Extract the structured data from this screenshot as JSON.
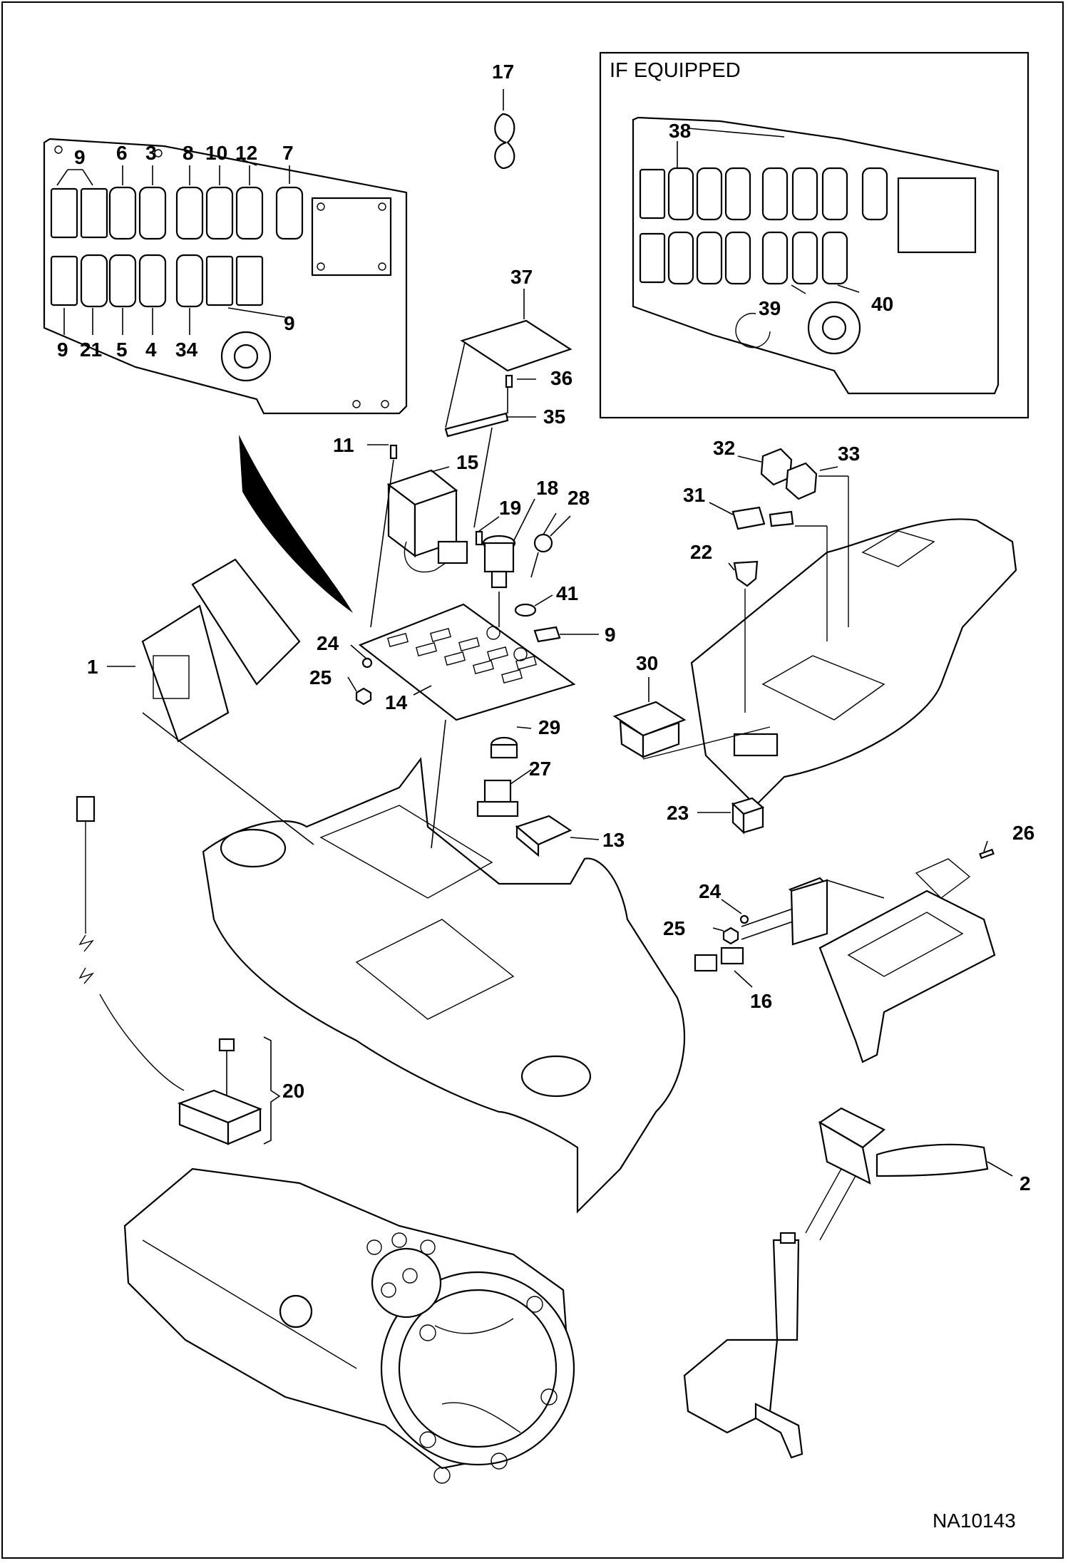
{
  "diagram": {
    "inset_title": "IF EQUIPPED",
    "figure_id": "NA10143",
    "callouts": {
      "c9a": "9",
      "c6": "6",
      "c3": "3",
      "c8": "8",
      "c10": "10",
      "c12": "12",
      "c7": "7",
      "c9b": "9",
      "c21": "21",
      "c5": "5",
      "c4": "4",
      "c34": "34",
      "c9c": "9",
      "c17": "17",
      "c37": "37",
      "c36": "36",
      "c35": "35",
      "c11": "11",
      "c15": "15",
      "c18": "18",
      "c19": "19",
      "c28": "28",
      "c41": "41",
      "c9d": "9",
      "c24a": "24",
      "c25a": "25",
      "c14": "14",
      "c1": "1",
      "c29": "29",
      "c27": "27",
      "c13": "13",
      "c38": "38",
      "c39": "39",
      "c40": "40",
      "c32": "32",
      "c33": "33",
      "c31": "31",
      "c22": "22",
      "c30": "30",
      "c23": "23",
      "c26": "26",
      "c24b": "24",
      "c25b": "25",
      "c16": "16",
      "c20": "20",
      "c2": "2"
    }
  }
}
